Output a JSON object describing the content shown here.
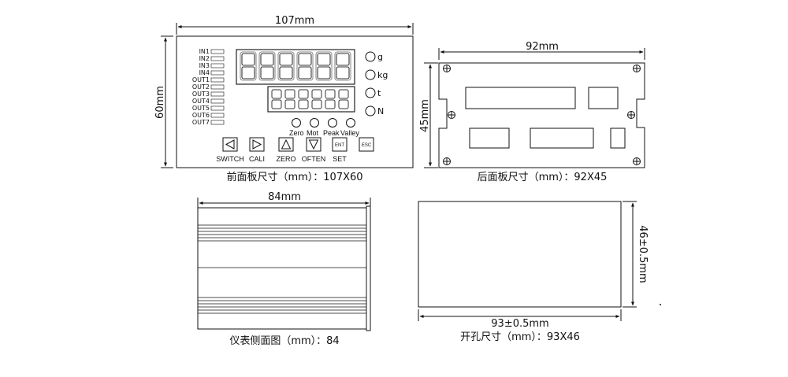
{
  "front": {
    "width_label": "107mm",
    "height_label": "60mm",
    "caption": "前面板尺寸（mm）：107X60",
    "inputs": [
      "IN1",
      "IN2",
      "IN3",
      "IN4"
    ],
    "outputs": [
      "OUT1",
      "OUT2",
      "OUT3",
      "OUT4",
      "OUT5",
      "OUT6",
      "OUT7"
    ],
    "units": [
      "g",
      "kg",
      "t",
      "N"
    ],
    "mode_leds": [
      "Zero",
      "Mot",
      "Peak",
      "Valley"
    ],
    "keys": [
      {
        "icon": "left-triangle-icon",
        "label": "SWITCH"
      },
      {
        "icon": "right-triangle-icon",
        "label": "CALI"
      },
      {
        "icon": "up-triangle-icon",
        "label": "ZERO"
      },
      {
        "icon": "down-triangle-icon",
        "label": "OFTEN"
      },
      {
        "key_text": "ENT",
        "label": "SET"
      },
      {
        "key_text": "ESC",
        "label": ""
      }
    ]
  },
  "back": {
    "width_label": "92mm",
    "height_label": "45mm",
    "caption": "后面板尺寸（mm）：92X45"
  },
  "side": {
    "width_label": "84mm",
    "caption": "仪表侧面图（mm）：84"
  },
  "cutout": {
    "width_label": "93±0.5mm",
    "height_label": "46±0.5mm",
    "caption": "开孔尺寸（mm）：93X46"
  }
}
